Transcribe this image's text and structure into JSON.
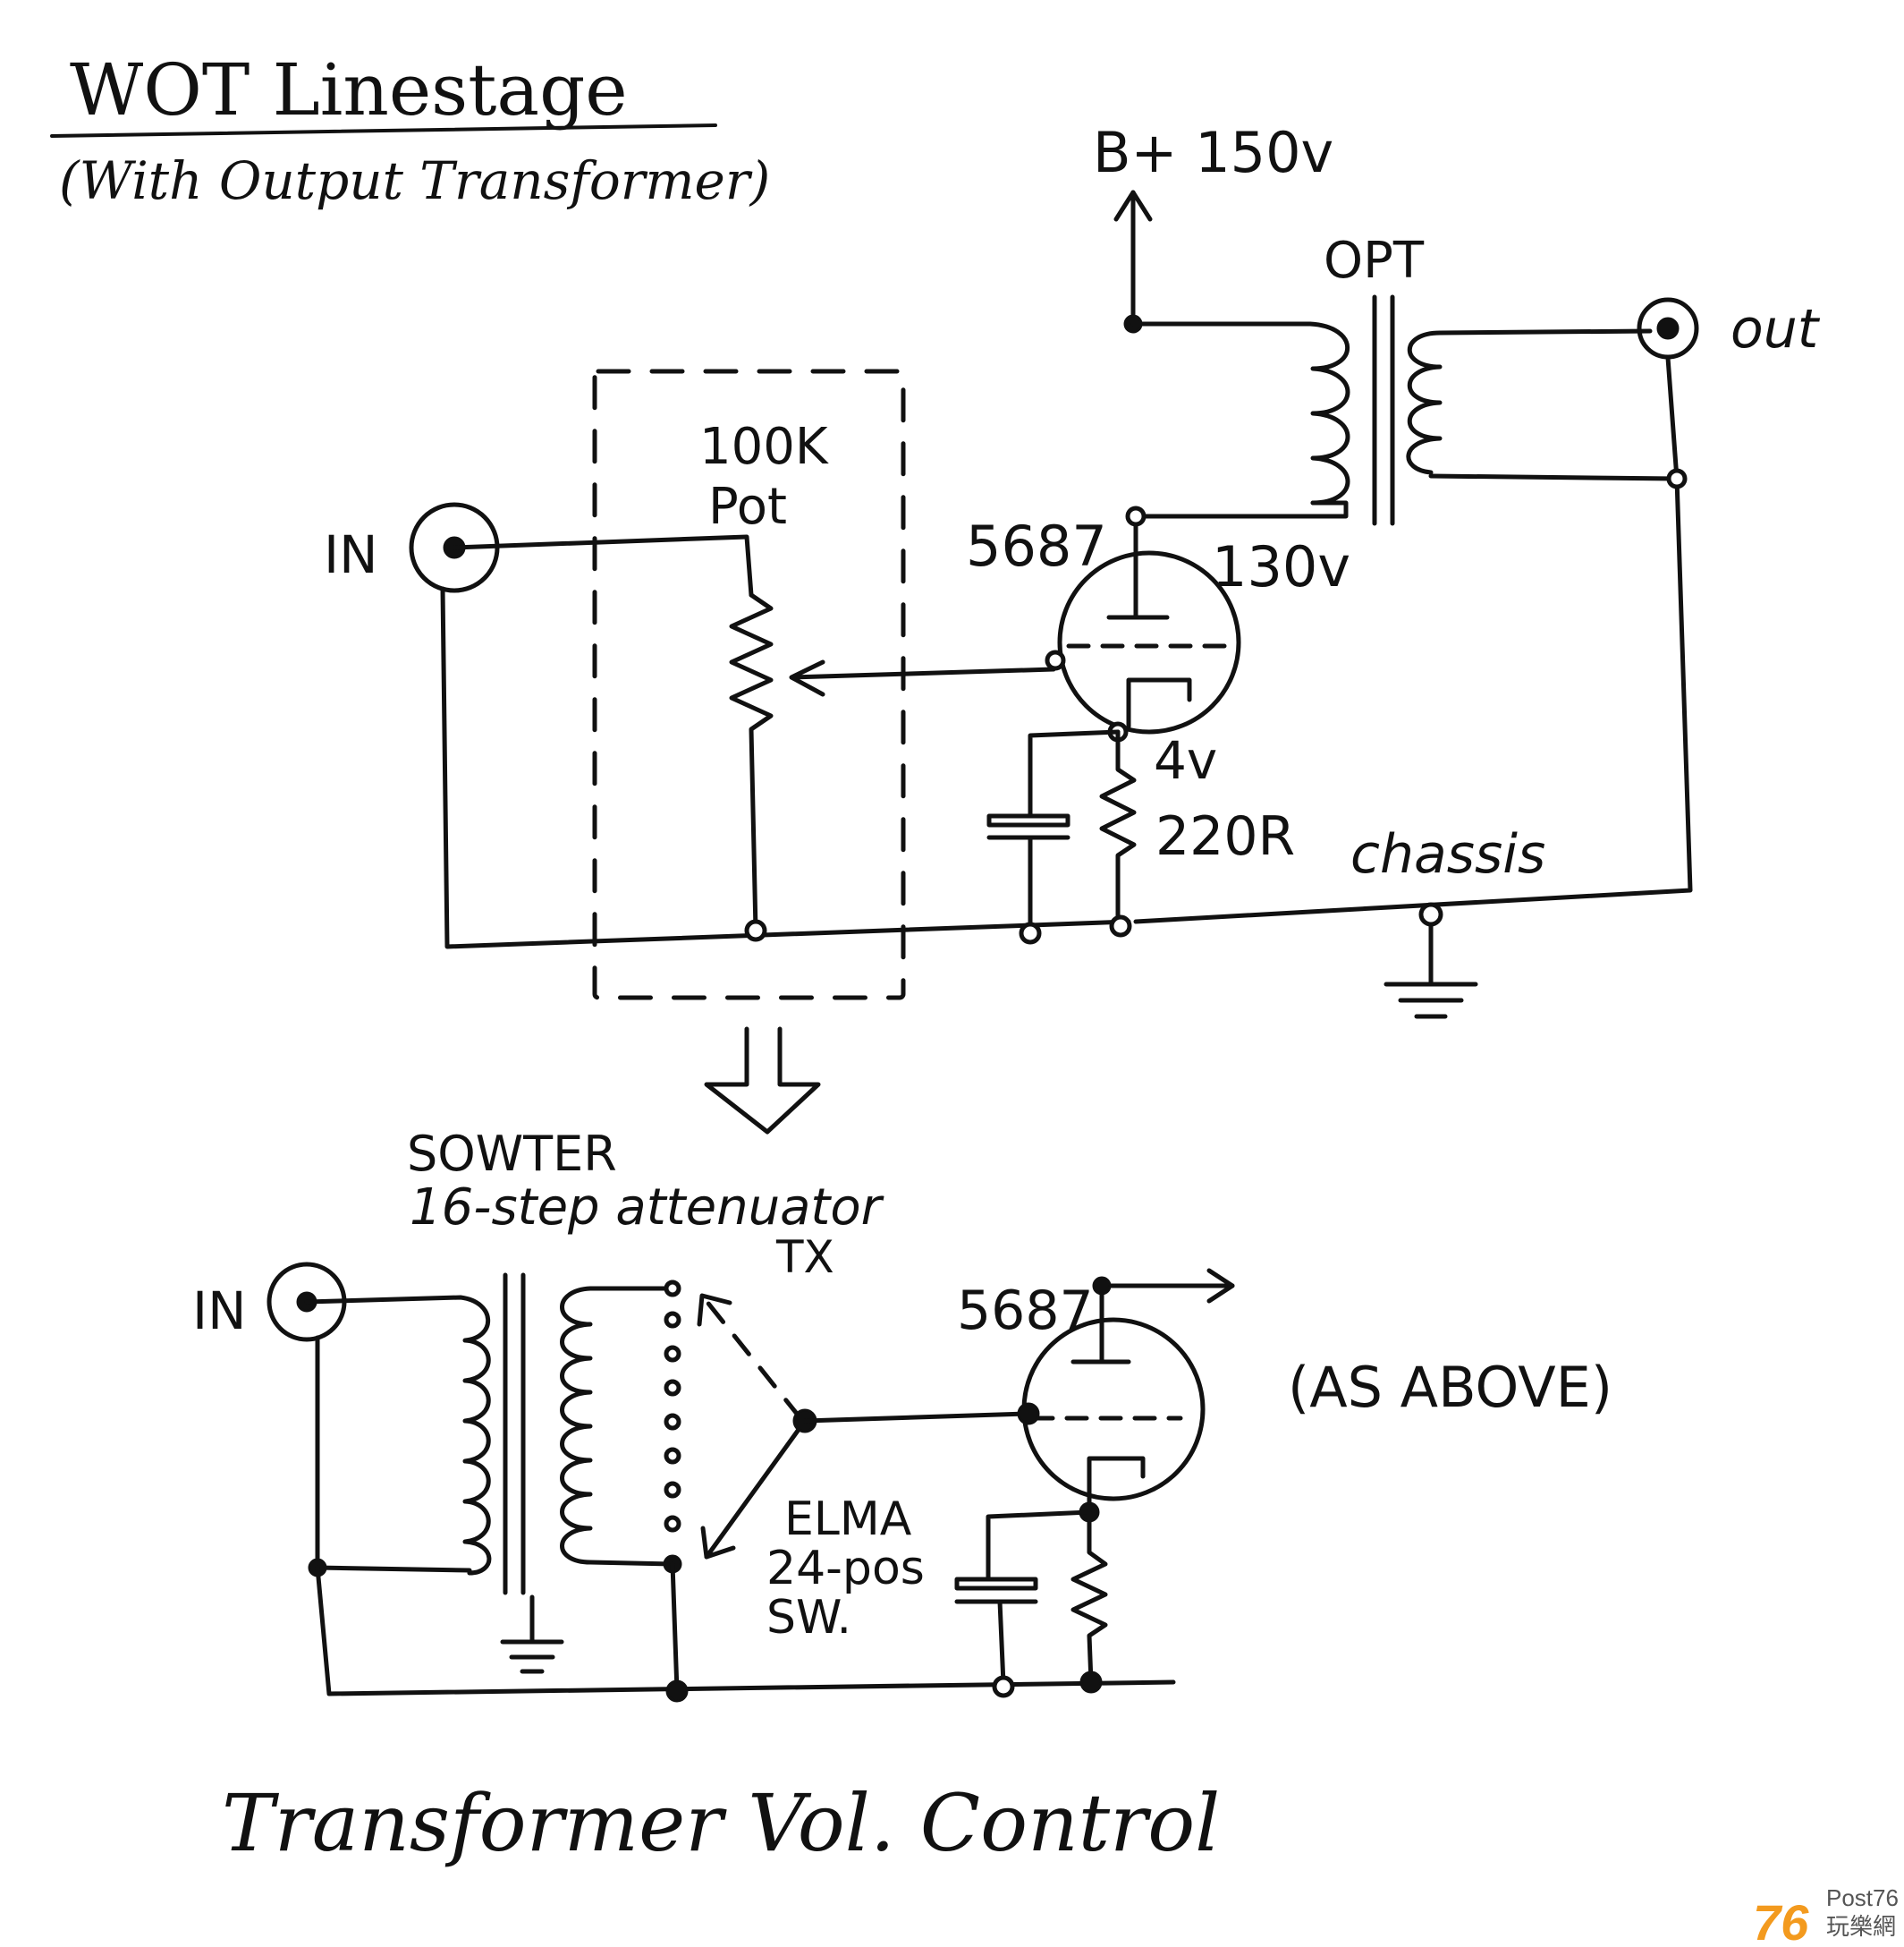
{
  "title": "WOT Linestage",
  "subtitle": "(With Output Transformer)",
  "top_circuit": {
    "supply_label": "B+ 150v",
    "opt_label": "OPT",
    "out_label": "out",
    "in_label": "IN",
    "pot_label_line1": "100K",
    "pot_label_line2": "Pot",
    "tube_label": "5687",
    "plate_voltage": "130v",
    "cathode_voltage": "4v",
    "cathode_resistor": "220R",
    "ground_label": "chassis"
  },
  "bottom_circuit": {
    "in_label": "IN",
    "attenuator_line1": "SOWTER",
    "attenuator_line2": "16-step attenuator",
    "attenuator_line3": "TX",
    "tube_label": "5687",
    "switch_line1": "ELMA",
    "switch_line2": "24-pos",
    "switch_line3": "SW.",
    "note": "(AS ABOVE)"
  },
  "caption": "Transformer Vol. Control",
  "watermark": {
    "number": "76",
    "brand": "Post76",
    "cjk": "玩樂網",
    "colors": {
      "number": "#f39a1e",
      "text": "#555555"
    }
  }
}
